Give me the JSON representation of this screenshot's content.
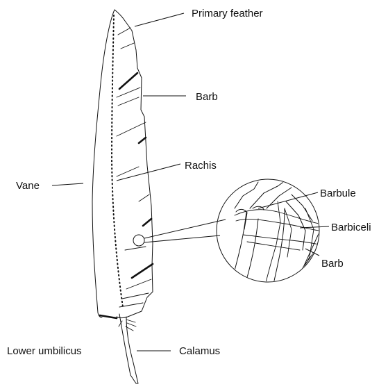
{
  "labels": {
    "primary_feather": "Primary feather",
    "barb_upper": "Barb",
    "rachis": "Rachis",
    "vane": "Vane",
    "barbule": "Barbule",
    "barbiceli": "Barbiceli",
    "barb_inset": "Barb",
    "lower_umbilicus": "Lower umbilicus",
    "calamus": "Calamus"
  },
  "colors": {
    "ink": "#111111",
    "background": "#ffffff"
  }
}
